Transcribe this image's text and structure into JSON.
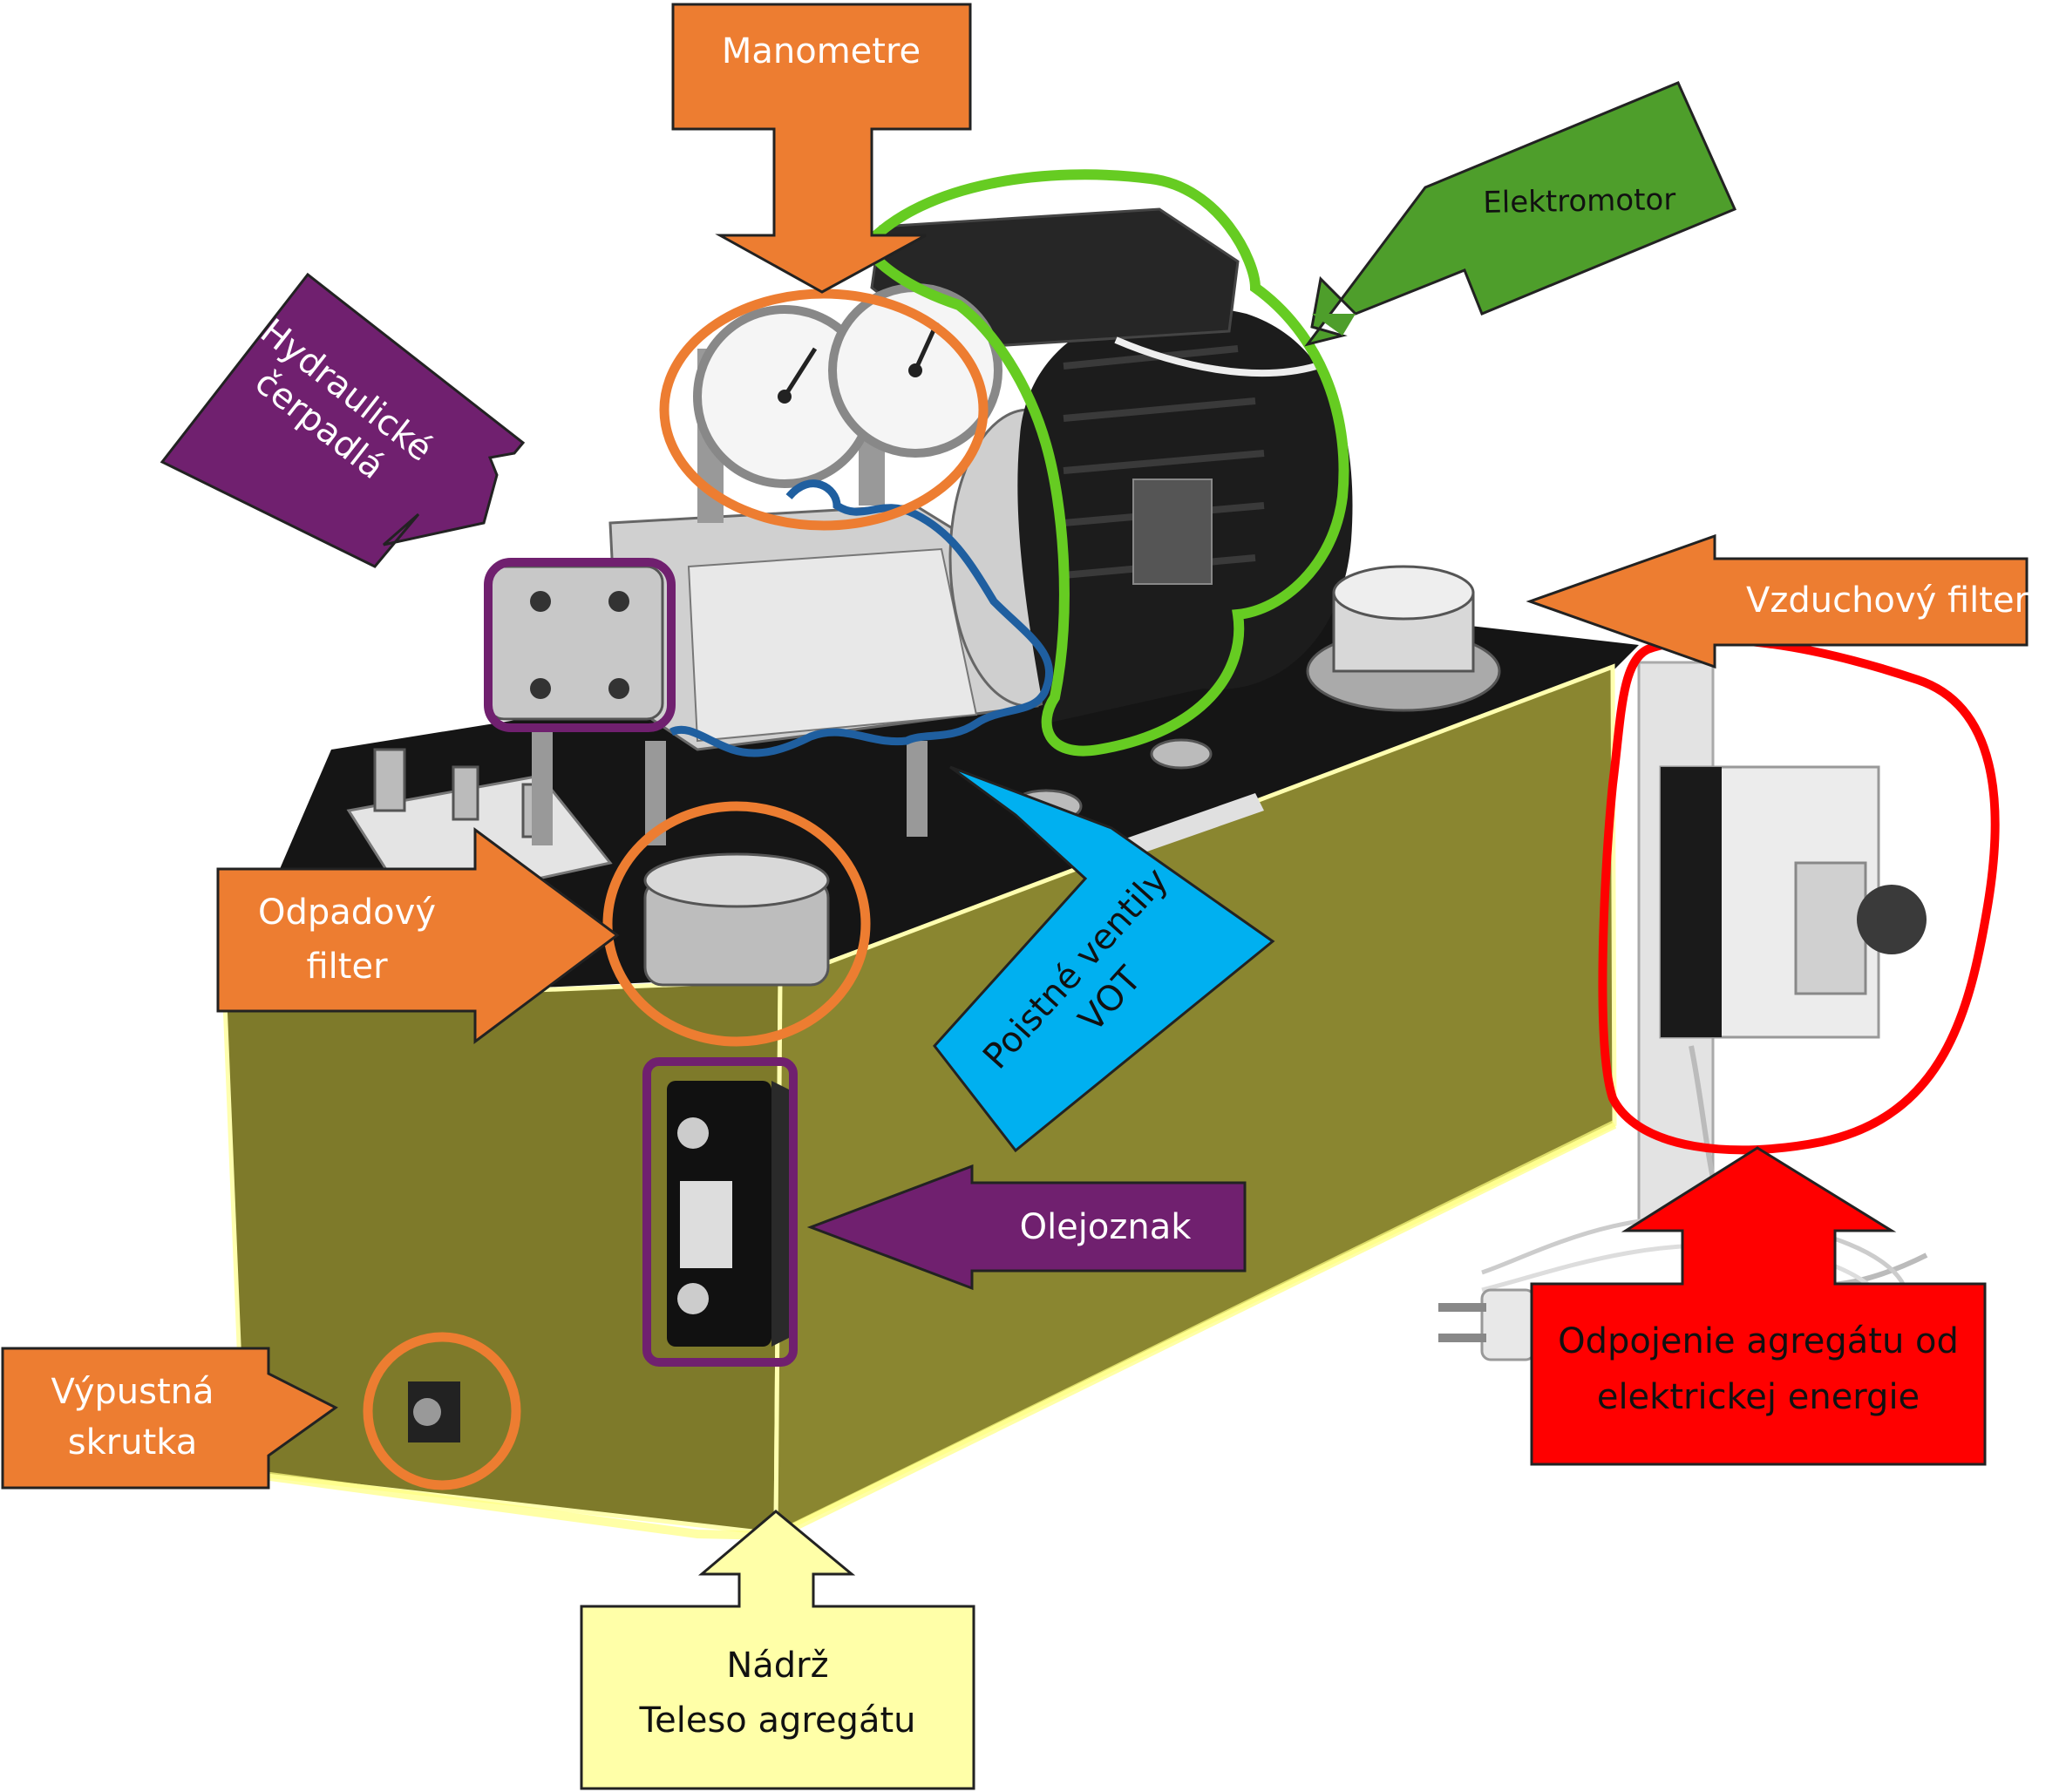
{
  "labels": {
    "manometre": "Manometre",
    "elektromotor": "Elektromotor",
    "hydraulicke_line1": "Hydraulické",
    "hydraulicke_line2": "čerpadlá",
    "vzduchovy_filter": "Vzduchový filter",
    "odpadovy_line1": "Odpadový",
    "odpadovy_line2": "filter",
    "poistne_line1": "Poistné ventily",
    "poistne_line2": "VOT",
    "olejoznak": "Olejoznak",
    "vypustna_line1": "Výpustná",
    "vypustna_line2": "skrutka",
    "odpojenie_line1": "Odpojenie agregátu od",
    "odpojenie_line2": "elektrickej energie",
    "nadrz_line1": "Nádrž",
    "nadrz_line2": "Teleso agregátu"
  },
  "colors": {
    "orange": "#ED7D31",
    "green": "#4E9E2B",
    "purple": "#70206F",
    "cyan": "#00B0F0",
    "red": "#FF0000",
    "yellow": "#FFFFA8",
    "tank": "#7E7A2A",
    "outline_green": "#66CC22",
    "outline_blue": "#1F5FA0"
  }
}
